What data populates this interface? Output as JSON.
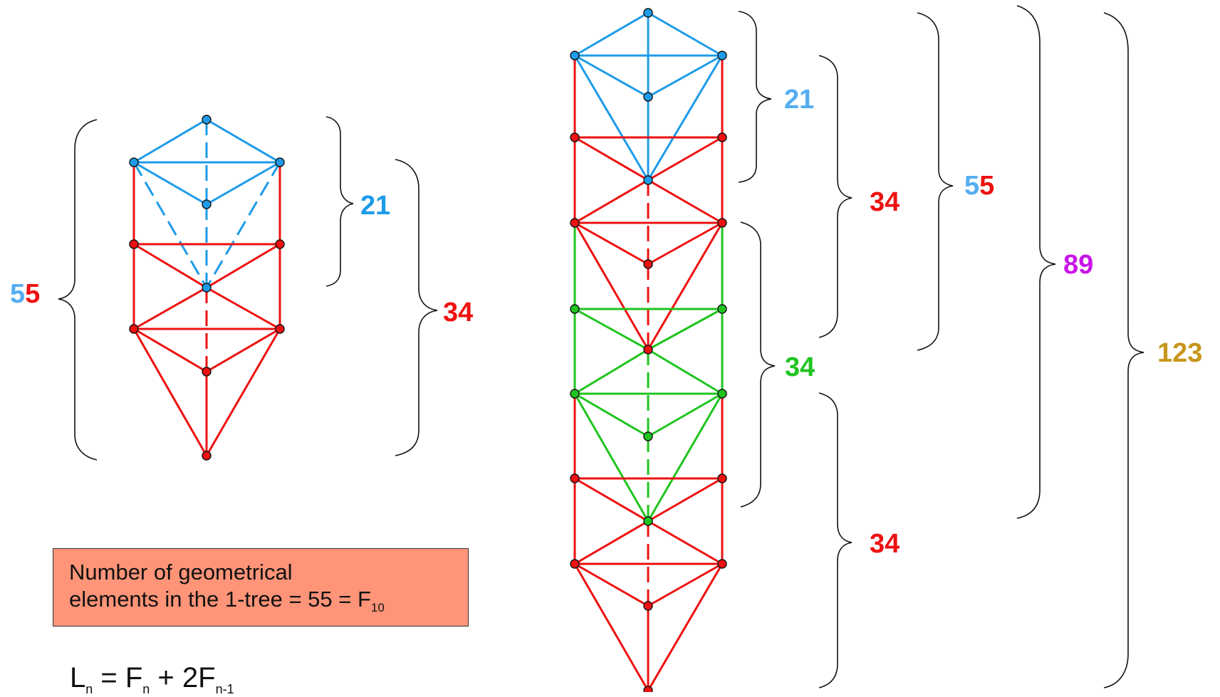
{
  "colors": {
    "blue": "#1e9be8",
    "red": "#ee1111",
    "green": "#1fc41f",
    "light_blue": "#55adf0",
    "magenta": "#c815e8",
    "gold": "#c8961c",
    "black": "#111111",
    "box_fill": "#ff9478"
  },
  "left_tree": {
    "label_55_part1": "5",
    "label_55_part2": "5",
    "label_21": "21",
    "label_34": "34"
  },
  "right_tree": {
    "label_21": "21",
    "label_34_upper": "34",
    "label_34_middle": "34",
    "label_34_lower": "34",
    "label_55_part1": "5",
    "label_55_part2": "5",
    "label_89": "89",
    "label_123": "123"
  },
  "info_box": {
    "line1": "Number of geometrical",
    "line2_prefix": "elements in the 1-tree = 55 = F",
    "line2_sub": "10"
  },
  "formula": {
    "text1": "L",
    "sub1": "n",
    "text2": " = F",
    "sub2": "n",
    "text3": " + 2F",
    "sub3": "n-1"
  }
}
